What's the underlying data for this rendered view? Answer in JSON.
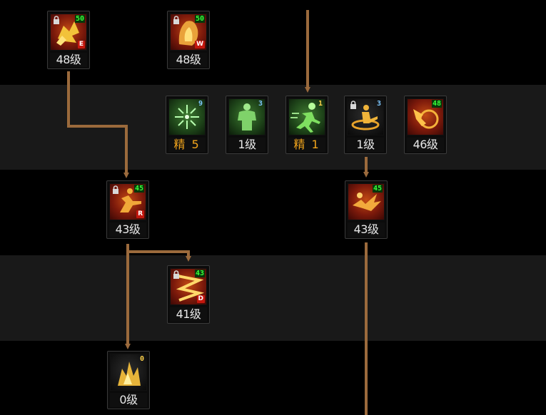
{
  "colors": {
    "band_dark": "#000000",
    "band_light": "#191919",
    "link": "#9b6a3c",
    "level_text": "#e8e8e8",
    "mastery_text": "#f2a51c",
    "badge_green": "#39ff39",
    "badge_blue": "#7fc8ff"
  },
  "skills": [
    {
      "id": "s1",
      "icon": "rock-smash-icon",
      "theme": "red",
      "locked": true,
      "req": "50",
      "req_style": "green",
      "hotkey": "E",
      "level": "48级",
      "level_style": "normal"
    },
    {
      "id": "s2",
      "icon": "flame-fist-icon",
      "theme": "red",
      "locked": true,
      "req": "50",
      "req_style": "green",
      "hotkey": "W",
      "level": "48级",
      "level_style": "normal"
    },
    {
      "id": "s3",
      "icon": "spark-burst-icon",
      "theme": "green",
      "locked": false,
      "req": "9",
      "req_style": "blue",
      "hotkey": "",
      "level": "精 5",
      "level_style": "gold"
    },
    {
      "id": "s4",
      "icon": "muscle-body-icon",
      "theme": "green",
      "locked": false,
      "req": "3",
      "req_style": "blue",
      "hotkey": "",
      "level": "1级",
      "level_style": "normal"
    },
    {
      "id": "s5",
      "icon": "sprint-icon",
      "theme": "green",
      "locked": false,
      "req": "1",
      "req_style": "gold",
      "hotkey": "",
      "level": "精 1",
      "level_style": "gold"
    },
    {
      "id": "s6",
      "icon": "spin-kick-icon",
      "theme": "dark",
      "locked": true,
      "req": "3",
      "req_style": "blue",
      "hotkey": "",
      "level": "1级",
      "level_style": "normal"
    },
    {
      "id": "s7",
      "icon": "whirl-kick-icon",
      "theme": "red",
      "locked": false,
      "req": "48",
      "req_style": "green",
      "hotkey": "",
      "level": "46级",
      "level_style": "normal"
    },
    {
      "id": "s8",
      "icon": "flying-kick-icon",
      "theme": "red",
      "locked": true,
      "req": "45",
      "req_style": "green",
      "hotkey": "R",
      "level": "43级",
      "level_style": "normal"
    },
    {
      "id": "s9",
      "icon": "dash-strike-icon",
      "theme": "red",
      "locked": false,
      "req": "45",
      "req_style": "green",
      "hotkey": "",
      "level": "43级",
      "level_style": "normal"
    },
    {
      "id": "s10",
      "icon": "zigzag-lightning-icon",
      "theme": "red",
      "locked": true,
      "req": "43",
      "req_style": "green",
      "hotkey": "D",
      "level": "41级",
      "level_style": "normal"
    },
    {
      "id": "s11",
      "icon": "ground-burst-icon",
      "theme": "dark",
      "locked": false,
      "req": "0",
      "req_style": "gold",
      "hotkey": "",
      "level": "0级",
      "level_style": "normal"
    }
  ]
}
